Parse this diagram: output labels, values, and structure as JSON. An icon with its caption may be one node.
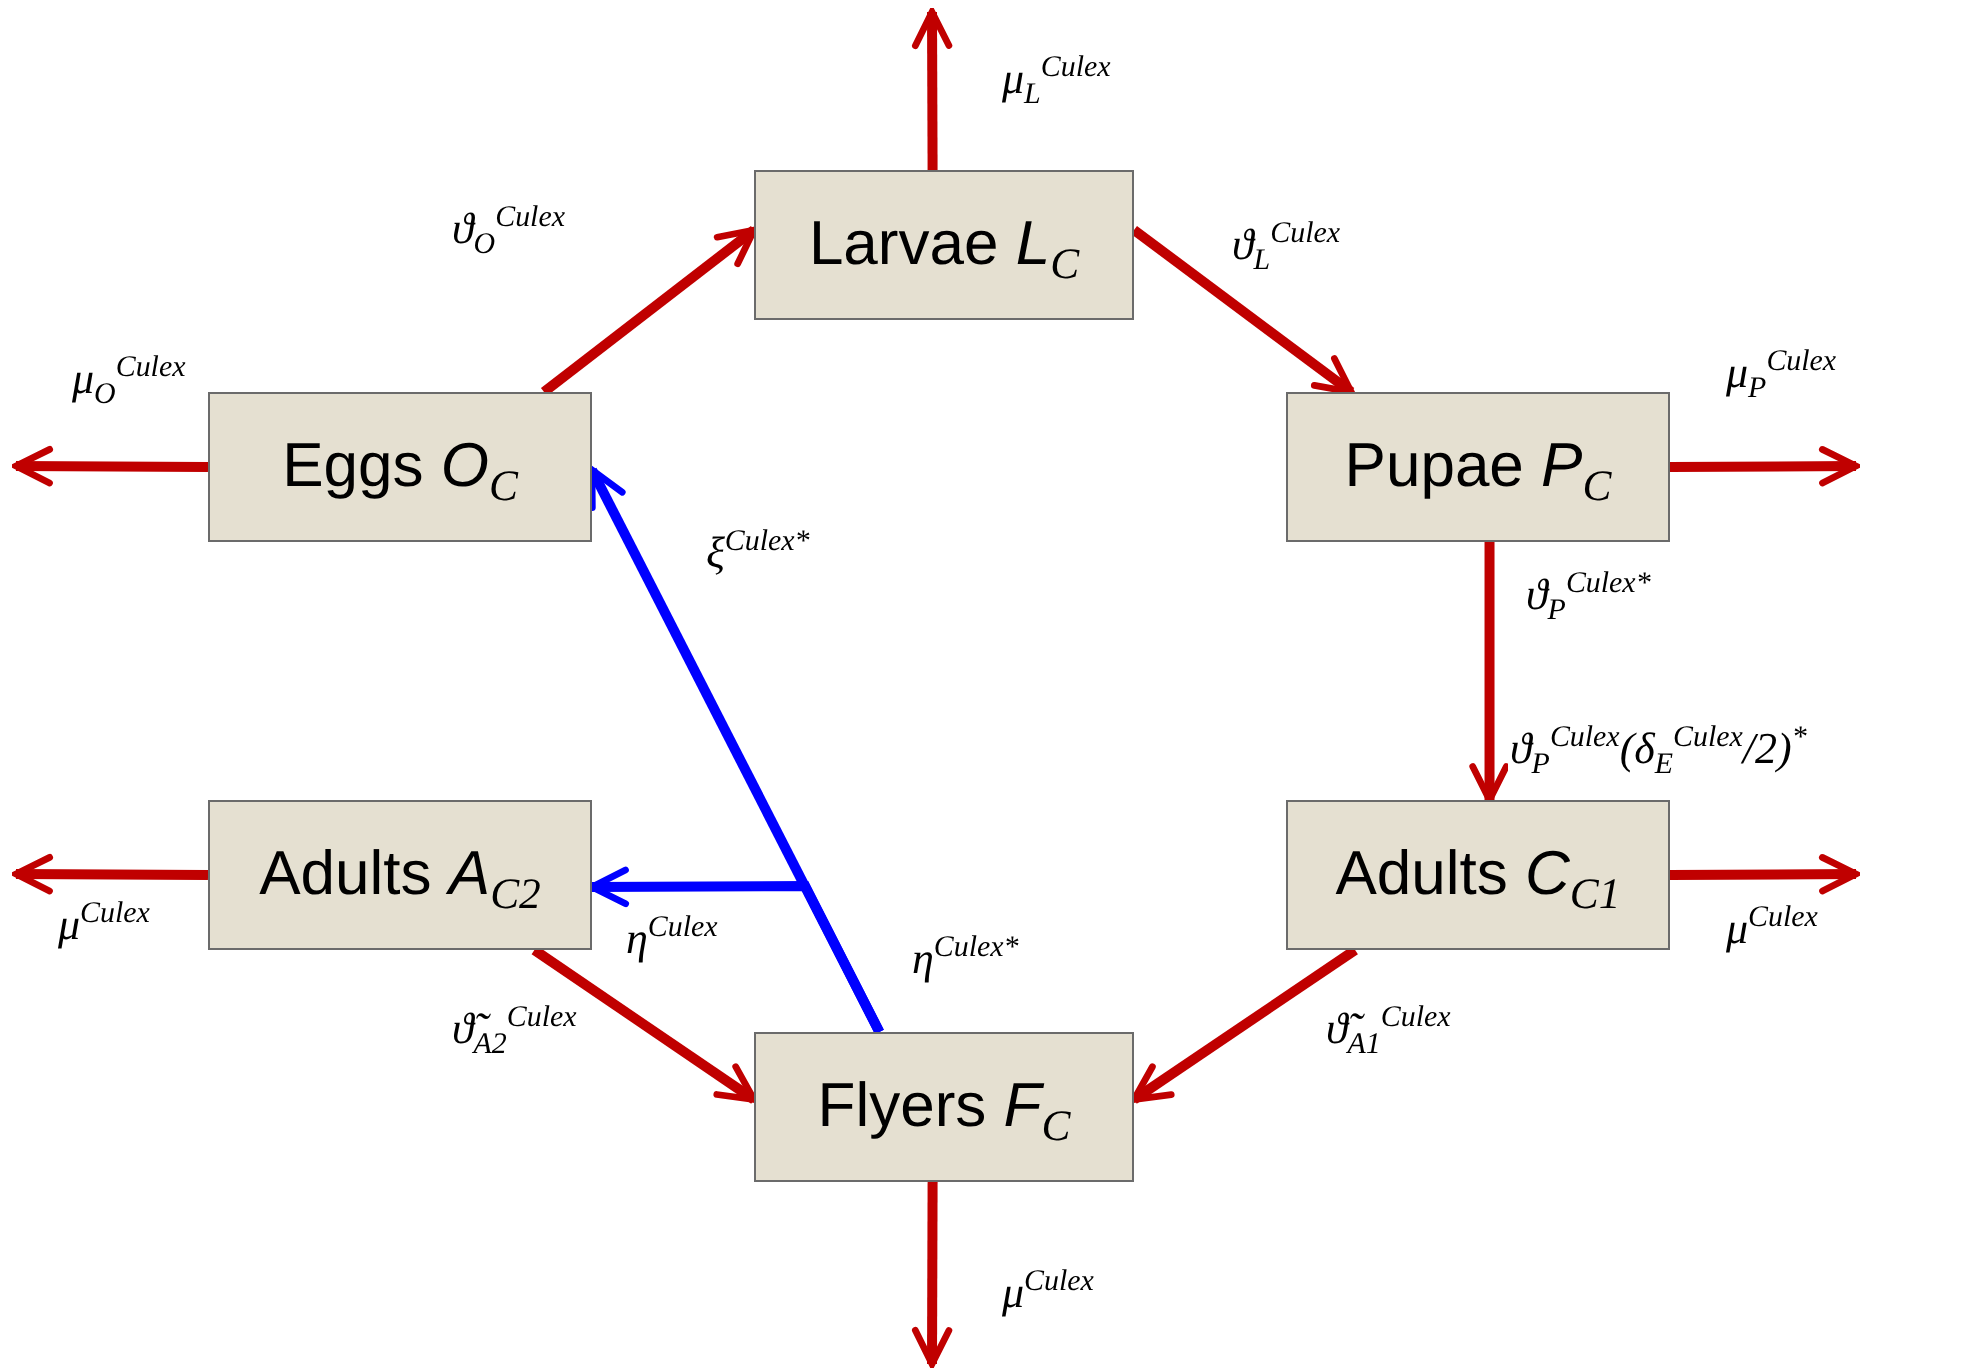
{
  "diagram": {
    "nodes": [
      {
        "text": [
          "Larvae *L*$_{C}$"
        ]
      },
      {
        "text": [
          "Eggs *O*$_{C}$"
        ]
      },
      {
        "text": [
          "Pupae *P*$_{C}$"
        ]
      },
      {
        "text": [
          "Adults *A*$_{C2}$"
        ]
      },
      {
        "text": [
          "Adults *C*$_{C1}$"
        ]
      },
      {
        "text": [
          "Flyers *F*$_{C}$"
        ]
      }
    ],
    "edges": [
      {
        "from": 1,
        "to": 0,
        "arrow": "to",
        "label": "ϑ$_{O}$$^{Culex}$"
      },
      {
        "from": 0,
        "to": null,
        "arrow": "to",
        "label": "μ$_{L}$$^{Culex}$"
      },
      {
        "from": 0,
        "to": 2,
        "arrow": "to",
        "label": "ϑ$_{L}$$^{Culex}$"
      },
      {
        "from": 1,
        "to": null,
        "arrow": "to",
        "label": "μ$_{O}$$^{Culex}$"
      },
      {
        "from": 2,
        "to": null,
        "arrow": "to",
        "label": "μ$_{P}$$^{Culex}$"
      },
      {
        "from": 2,
        "to": 4,
        "arrow": "to",
        "label": "ϑ$_{P}$$^{Culex*}$"
      },
      {
        "from": 4,
        "to": null,
        "arrow": "to",
        "label": "μ$^{Culex}$"
      },
      {
        "from": 4,
        "to": 5,
        "arrow": "to",
        "label": "ϑ̃$_{A1}$$^{Culex}$"
      },
      {
        "from": 3,
        "to": 5,
        "arrow": "to",
        "label": "ϑ̃$_{A2}$$^{Culex}$"
      },
      {
        "from": 3,
        "to": null,
        "arrow": "to",
        "label": "μ$^{Culex}$"
      },
      {
        "from": 5,
        "to": null,
        "arrow": "to",
        "label": "μ$^{Culex}$"
      },
      {
        "from": 5,
        "to": 1,
        "arrow": "to",
        "label": "ξ$^{Culex*}$",
        "color": "#0000ff"
      },
      {
        "from": 5,
        "to": 3,
        "arrow": "to",
        "label": "η$^{Culex}$",
        "color": "#0000ff"
      }
    ],
    "labels": [
      "ϑ$_{P}$$^{Culex}$(δ$_{E}$$^{Culex}$/2)$^{*}$",
      "η$^{Culex*}$"
    ]
  }
}
